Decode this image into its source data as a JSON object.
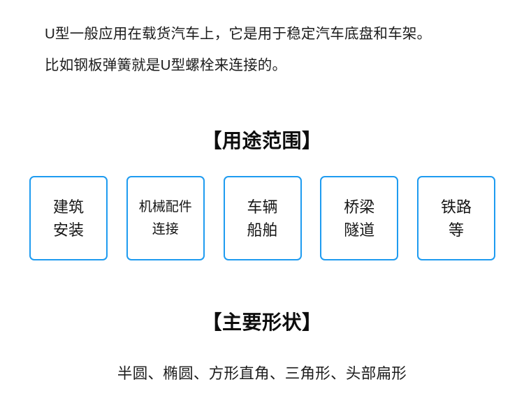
{
  "theme": {
    "background": "#ffffff",
    "text_color": "#1a1a1a",
    "box_border_color": "#1e9bf0"
  },
  "intro": {
    "lines": [
      "U型一般应用在载货汽车上，它是用于稳定汽车底盘和车架。",
      "比如钢板弹簧就是U型螺栓来连接的。"
    ]
  },
  "usage_section": {
    "heading": "【用途范围】",
    "boxes": [
      {
        "lines": [
          "建筑",
          "安装"
        ],
        "compact": false
      },
      {
        "lines": [
          "机械配件",
          "连接"
        ],
        "compact": true
      },
      {
        "lines": [
          "车辆",
          "船舶"
        ],
        "compact": false
      },
      {
        "lines": [
          "桥梁",
          "隧道"
        ],
        "compact": false
      },
      {
        "lines": [
          "铁路",
          "等"
        ],
        "compact": false
      }
    ]
  },
  "shape_section": {
    "heading": "【主要形状】",
    "list": "半圆、椭圆、方形直角、三角形、头部扁形"
  }
}
